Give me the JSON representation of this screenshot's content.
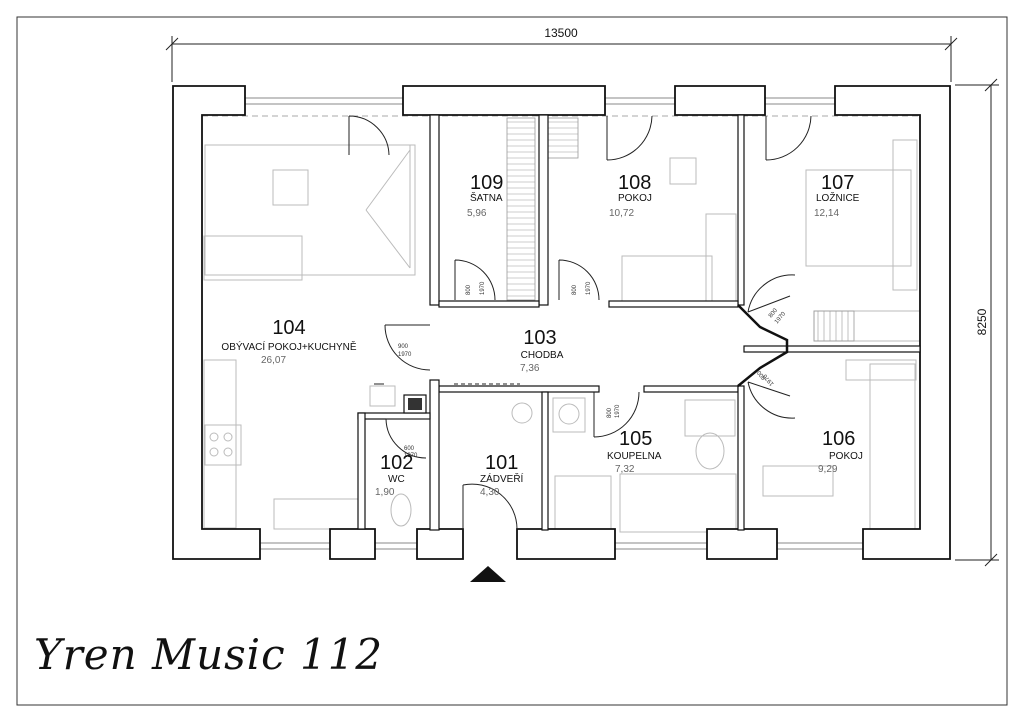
{
  "title": "Yren Music 112",
  "dimensions": {
    "width": "13500",
    "height": "8250"
  },
  "rooms": [
    {
      "number": "104",
      "name": "OBÝVACÍ POKOJ+KUCHYNĚ",
      "area": "26,07"
    },
    {
      "number": "109",
      "name": "ŠATNA",
      "area": "5,96"
    },
    {
      "number": "108",
      "name": "POKOJ",
      "area": "10,72"
    },
    {
      "number": "107",
      "name": "LOŽNICE",
      "area": "12,14"
    },
    {
      "number": "103",
      "name": "CHODBA",
      "area": "7,36"
    },
    {
      "number": "102",
      "name": "WC",
      "area": "1,90"
    },
    {
      "number": "101",
      "name": "ZÁDVEŘÍ",
      "area": "4,30"
    },
    {
      "number": "105",
      "name": "KOUPELNA",
      "area": "7,32"
    },
    {
      "number": "106",
      "name": "POKOJ",
      "area": "9,29"
    }
  ],
  "door_labels": {
    "d109": [
      "800",
      "1970"
    ],
    "d108": [
      "800",
      "1970"
    ],
    "d104": [
      "900",
      "1970"
    ],
    "d107": [
      "800",
      "1970"
    ],
    "d106": [
      "800",
      "1970"
    ],
    "d105": [
      "800",
      "1970"
    ],
    "d102": [
      "600",
      "1970"
    ]
  }
}
